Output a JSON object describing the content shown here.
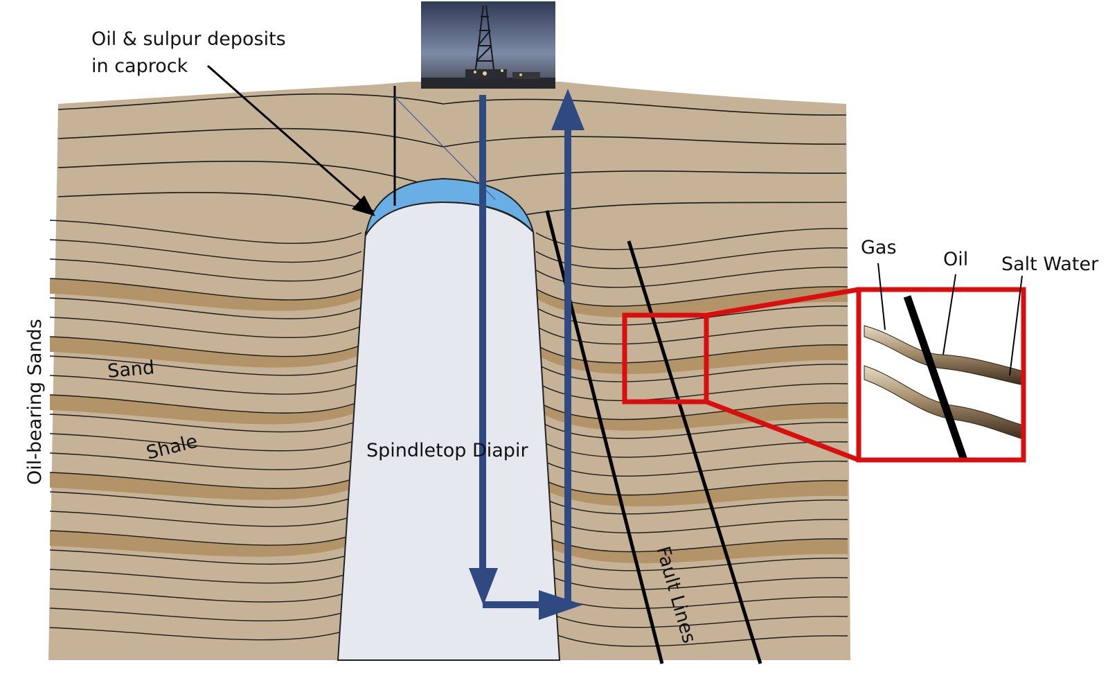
{
  "labels": {
    "caprock": [
      "Oil & sulpur deposits",
      "in caprock"
    ],
    "sand": "Sand",
    "shale": "Shale",
    "oil_bearing_sands": "Oil-bearing Sands",
    "diapir": "Spindletop Diapir",
    "fault_lines": "Fault Lines",
    "gas": "Gas",
    "oil": "Oil",
    "salt_water": "Salt Water"
  },
  "colors": {
    "rock": "#c6b296",
    "sand_band": "#b39368",
    "salt_dome": "#e6e8ef",
    "caprock": "#6aaee6",
    "well_arrow": "#2e4a80",
    "zoom_box": "#d90f0f",
    "layer_line": "#1a1a1a"
  }
}
